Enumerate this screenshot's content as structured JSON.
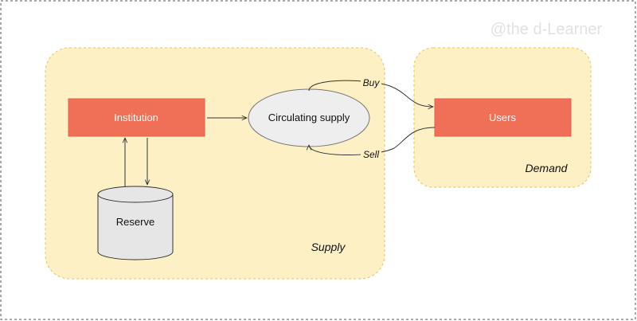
{
  "watermark": "@the d-Learner",
  "groups": {
    "supply": {
      "label": "Supply"
    },
    "demand": {
      "label": "Demand"
    }
  },
  "nodes": {
    "institution": {
      "label": "Institution"
    },
    "circulating_supply": {
      "label": "Circulating supply"
    },
    "users": {
      "label": "Users"
    },
    "reserve": {
      "label": "Reserve"
    }
  },
  "edges": {
    "buy": {
      "label": "Buy"
    },
    "sell": {
      "label": "Sell"
    }
  },
  "colors": {
    "group_fill": "#fdf0c4",
    "group_border": "#e8c25c",
    "node_fill": "#f07057",
    "node_text": "#ffffff",
    "ellipse_fill": "#eeeeee",
    "cylinder_fill": "#e6e6e6",
    "stroke": "#333333",
    "watermark": "#e2e2e2"
  }
}
